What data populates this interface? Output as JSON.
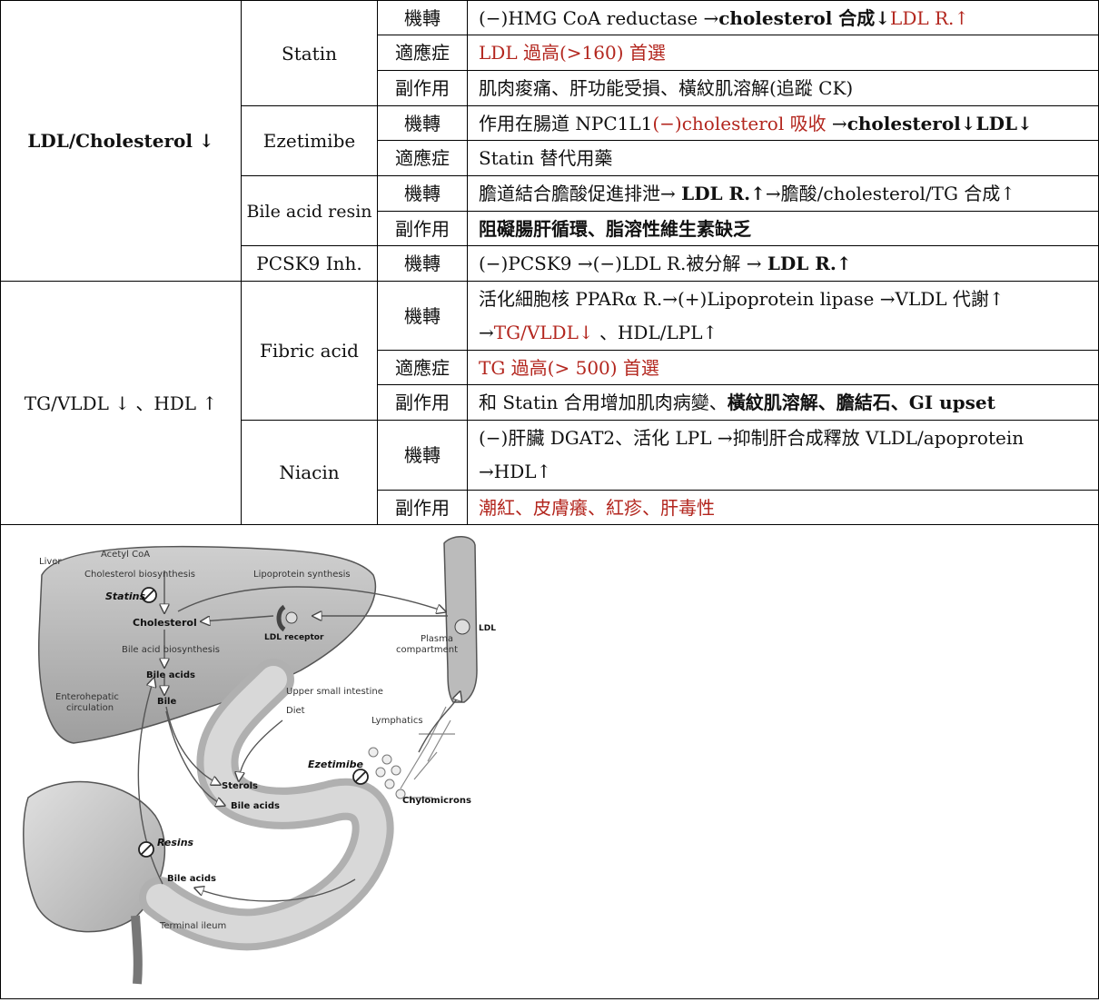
{
  "groups": {
    "ldl": "LDL/Cholesterol ↓",
    "tg": "TG/VLDL ↓ 、HDL ↑"
  },
  "drugs": {
    "statin": "Statin",
    "ezetimibe": "Ezetimibe",
    "bile_acid_resin": "Bile acid resin",
    "pcsk9": "PCSK9 Inh.",
    "fibric_acid": "Fibric acid",
    "niacin": "Niacin"
  },
  "labels": {
    "mechanism": "機轉",
    "indication": "適應症",
    "side_effect": "副作用"
  },
  "content": {
    "statin_mech_a": "(−)HMG CoA reductase →",
    "statin_mech_b": "cholesterol 合成↓",
    "statin_mech_c": "LDL R.↑",
    "statin_ind": "LDL 過高(>160) 首選",
    "statin_side": "肌肉痠痛、肝功能受損、橫紋肌溶解(追蹤 CK)",
    "eze_mech_a": "作用在腸道 NPC1L1",
    "eze_mech_b": "(−)cholesterol 吸收",
    "eze_mech_c": " →",
    "eze_mech_d": "cholesterol↓LDL↓",
    "eze_ind": "Statin 替代用藥",
    "bile_mech_a": "膽道結合膽酸促進排泄→ ",
    "bile_mech_b": "LDL R.↑",
    "bile_mech_c": "→膽酸/cholesterol/TG 合成↑",
    "bile_side": "阻礙腸肝循環、脂溶性維生素缺乏",
    "pcsk9_mech_a": "(−)PCSK9 →(−)LDL R.被分解 → ",
    "pcsk9_mech_b": "LDL R.↑",
    "fib_mech_line1": "活化細胞核 PPARα R.→(+)Lipoprotein lipase →VLDL 代謝↑",
    "fib_mech_a": "→",
    "fib_mech_b": "TG/VLDL↓",
    "fib_mech_c": " 、HDL/LPL↑",
    "fib_ind": "TG 過高(> 500) 首選",
    "fib_side_a": "和 Statin 合用增加肌肉病變、",
    "fib_side_b": "橫紋肌溶解、膽結石、GI upset",
    "nia_mech_line1": "(−)肝臟 DGAT2、活化 LPL →抑制肝合成釋放 VLDL/apoprotein",
    "nia_mech_line2": "→HDL↑",
    "nia_side": "潮紅、皮膚癢、紅疹、肝毒性"
  },
  "figure": {
    "liver": "Liver",
    "acetyl_coa": "Acetyl CoA",
    "chol_biosynth": "Cholesterol biosynthesis",
    "lipo_synth": "Lipoprotein synthesis",
    "statins": "Statins",
    "cholesterol": "Cholesterol",
    "ldl_receptor": "LDL receptor",
    "plasma": "Plasma",
    "compartment": "compartment",
    "ldl": "LDL",
    "bile_acid_biosynth": "Bile acid biosynthesis",
    "bile_acids_1": "Bile acids",
    "bile": "Bile",
    "enterohepatic_1": "Enterohepatic",
    "enterohepatic_2": "circulation",
    "upper_si": "Upper small intestine",
    "diet": "Diet",
    "lymphatics": "Lymphatics",
    "ezetimibe": "Ezetimibe",
    "sterols": "Sterols",
    "bile_acids_2": "Bile acids",
    "chylomicrons": "Chylomicrons",
    "resins": "Resins",
    "bile_acids_3": "Bile acids",
    "terminal_ileum": "Terminal ileum"
  }
}
